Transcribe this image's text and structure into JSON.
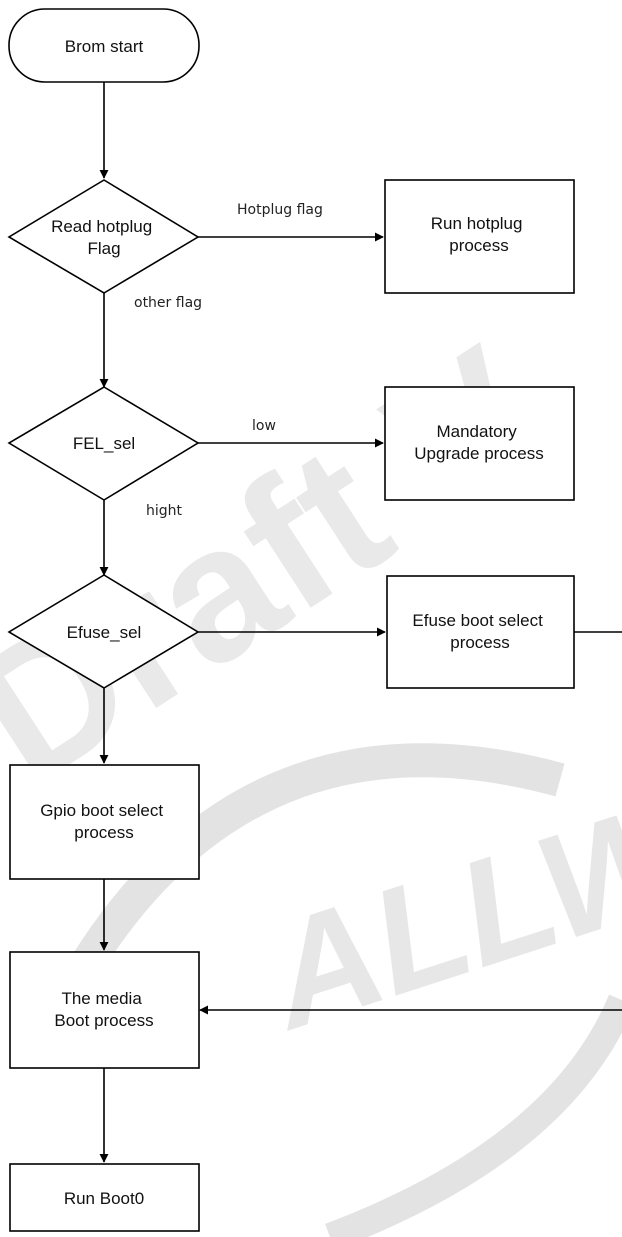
{
  "nodes": {
    "brom_start": {
      "lines": [
        "Brom start"
      ]
    },
    "read_hotplug": {
      "lines": [
        "Read hotplug",
        "Flag"
      ]
    },
    "run_hotplug": {
      "lines": [
        "Run hotplug",
        "process"
      ]
    },
    "fel_sel": {
      "lines": [
        "FEL_sel"
      ]
    },
    "mandatory_upgrade": {
      "lines": [
        "Mandatory",
        "Upgrade process"
      ]
    },
    "efuse_sel": {
      "lines": [
        "Efuse_sel"
      ]
    },
    "efuse_boot": {
      "lines": [
        "Efuse boot select",
        "process"
      ]
    },
    "gpio_boot": {
      "lines": [
        "Gpio boot select",
        "process"
      ]
    },
    "media_boot": {
      "lines": [
        "The media",
        "Boot process"
      ]
    },
    "run_boot0": {
      "lines": [
        "Run Boot0"
      ]
    }
  },
  "edges": {
    "hotplug_flag": "Hotplug flag",
    "other_flag": "other flag",
    "low": "low",
    "hight": "hight"
  },
  "watermark": {
    "draft_text": "Draft V",
    "brand_text": "ALLW"
  },
  "colors": {
    "line": "#000000",
    "watermark": "#d8d8d8"
  }
}
